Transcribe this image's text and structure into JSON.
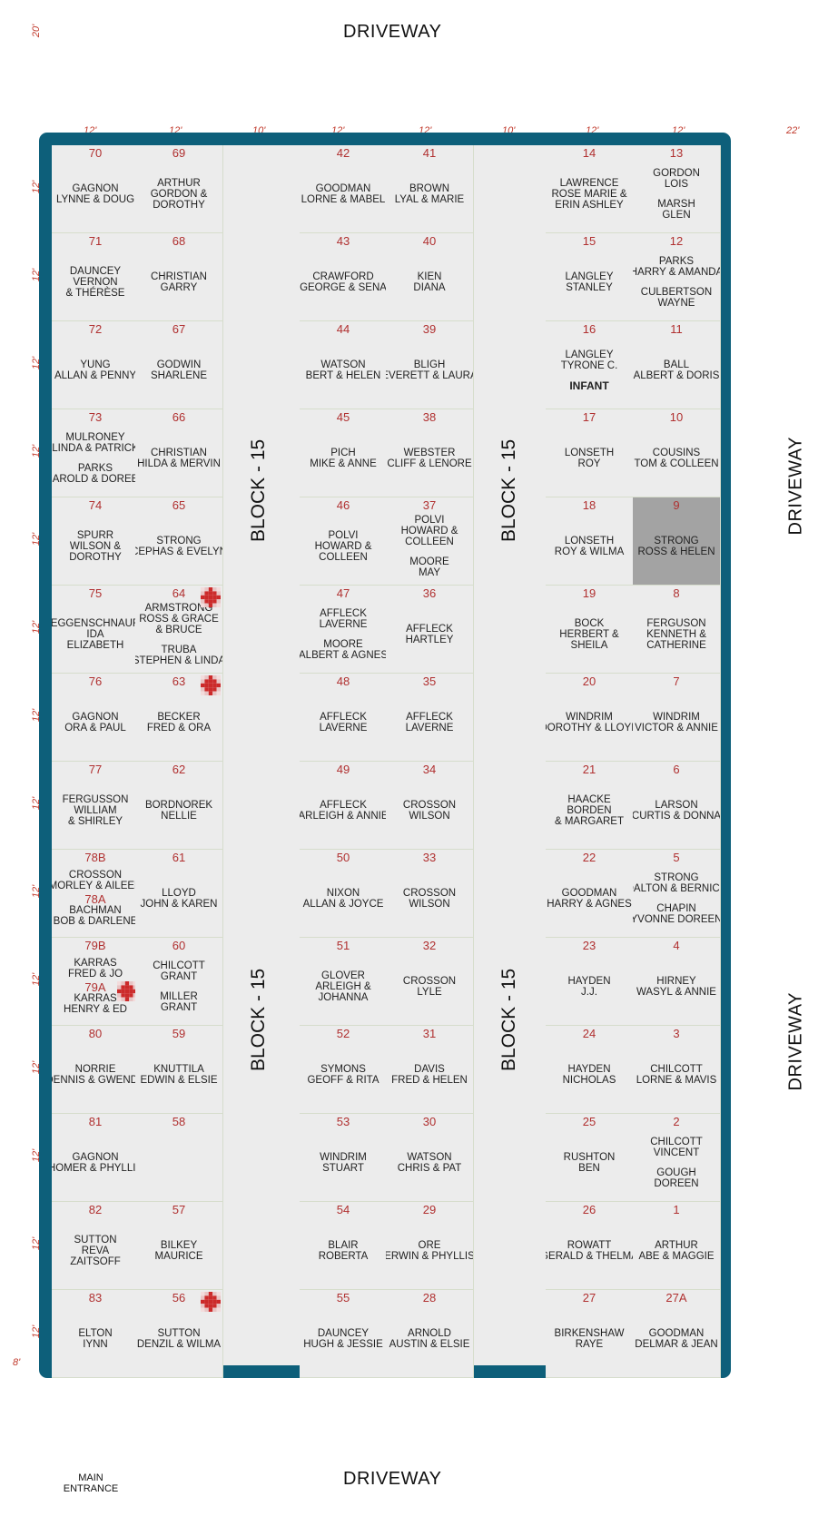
{
  "driveway_label": "DRIVEWAY",
  "entrance_label": [
    "MAIN",
    "ENTRANCE"
  ],
  "block_label": "BLOCK - 15",
  "dims": {
    "left_top": "20'",
    "columns": [
      "12'",
      "12'",
      "10'",
      "12'",
      "12'",
      "10'",
      "12'",
      "12'",
      "22'"
    ],
    "row": "12'",
    "bottom": "8'"
  },
  "colors": {
    "border": "#0d5f7a",
    "plot_number": "#b03030",
    "dimension": "#c0392b",
    "shaded_plot": "#a3a3a3",
    "marker": "#cc2a2a"
  },
  "rows": [
    [
      {
        "num": "70",
        "groups": [
          [
            "GAGNON",
            "LYNNE  &  DOUG"
          ]
        ]
      },
      {
        "num": "69",
        "groups": [
          [
            "ARTHUR",
            "GORDON &",
            "DOROTHY"
          ]
        ]
      },
      {
        "num": "42",
        "groups": [
          [
            "GOODMAN",
            "LORNE & MABEL"
          ]
        ]
      },
      {
        "num": "41",
        "groups": [
          [
            "BROWN",
            "LYAL & MARIE"
          ]
        ]
      },
      {
        "num": "14",
        "groups": [
          [
            "LAWRENCE",
            "ROSE MARIE &",
            "ERIN ASHLEY"
          ]
        ]
      },
      {
        "num": "13",
        "groups": [
          [
            "GORDON",
            "LOIS"
          ],
          [
            "MARSH",
            "GLEN"
          ]
        ]
      }
    ],
    [
      {
        "num": "71",
        "groups": [
          [
            "DAUNCEY",
            "VERNON",
            "& THÉRÈSE"
          ]
        ]
      },
      {
        "num": "68",
        "groups": [
          [
            "CHRISTIAN",
            "GARRY"
          ]
        ]
      },
      {
        "num": "43",
        "groups": [
          [
            "CRAWFORD",
            "GEORGE & SENA"
          ]
        ]
      },
      {
        "num": "40",
        "groups": [
          [
            "KIEN",
            "DIANA"
          ]
        ]
      },
      {
        "num": "15",
        "groups": [
          [
            "LANGLEY",
            "STANLEY"
          ]
        ]
      },
      {
        "num": "12",
        "groups": [
          [
            "PARKS",
            "HARRY & AMANDA"
          ],
          [
            "CULBERTSON",
            "WAYNE"
          ]
        ]
      }
    ],
    [
      {
        "num": "72",
        "groups": [
          [
            "YUNG",
            "ALLAN & PENNY"
          ]
        ]
      },
      {
        "num": "67",
        "groups": [
          [
            "GODWIN",
            "SHARLENE"
          ]
        ]
      },
      {
        "num": "44",
        "groups": [
          [
            "WATSON",
            "BERT & HELEN"
          ]
        ]
      },
      {
        "num": "39",
        "groups": [
          [
            "BLIGH",
            "EVERETT & LAURA"
          ]
        ]
      },
      {
        "num": "16",
        "groups": [
          [
            "LANGLEY",
            "TYRONE C."
          ]
        ],
        "extra": "INFANT"
      },
      {
        "num": "11",
        "groups": [
          [
            "BALL",
            "ALBERT & DORIS"
          ]
        ]
      }
    ],
    [
      {
        "num": "73",
        "groups": [
          [
            "MULRONEY",
            "LINDA & PATRICK"
          ],
          [
            "PARKS",
            "HAROLD & DOREEN"
          ]
        ]
      },
      {
        "num": "66",
        "groups": [
          [
            "CHRISTIAN",
            "HILDA & MERVIN"
          ]
        ]
      },
      {
        "num": "45",
        "groups": [
          [
            "PICH",
            "MIKE & ANNE"
          ]
        ]
      },
      {
        "num": "38",
        "groups": [
          [
            "WEBSTER",
            "CLIFF & LENORE"
          ]
        ]
      },
      {
        "num": "17",
        "groups": [
          [
            "LONSETH",
            "ROY"
          ]
        ]
      },
      {
        "num": "10",
        "groups": [
          [
            "COUSINS",
            "TOM & COLLEEN"
          ]
        ]
      }
    ],
    [
      {
        "num": "74",
        "groups": [
          [
            "SPURR",
            "WILSON &",
            "DOROTHY"
          ]
        ]
      },
      {
        "num": "65",
        "groups": [
          [
            "STRONG",
            "CEPHAS & EVELYN"
          ]
        ]
      },
      {
        "num": "46",
        "groups": [
          [
            "POLVI",
            "HOWARD &",
            "COLLEEN"
          ]
        ]
      },
      {
        "num": "37",
        "groups": [
          [
            "POLVI",
            "HOWARD &",
            "COLLEEN"
          ],
          [
            "MOORE",
            "MAY"
          ]
        ]
      },
      {
        "num": "18",
        "groups": [
          [
            "LONSETH",
            "ROY & WILMA"
          ]
        ]
      },
      {
        "num": "9",
        "groups": [
          [
            "STRONG",
            "ROSS & HELEN"
          ]
        ],
        "shaded": true
      }
    ],
    [
      {
        "num": "75",
        "groups": [
          [
            "EGGENSCHNAUR",
            "IDA",
            "ELIZABETH"
          ]
        ]
      },
      {
        "num": "64",
        "groups": [
          [
            "ARMSTRONG",
            "ROSS & GRACE",
            "& BRUCE"
          ],
          [
            "TRUBA",
            "STEPHEN & LINDA"
          ]
        ],
        "flag": true
      },
      {
        "num": "47",
        "groups": [
          [
            "AFFLECK",
            "LAVERNE"
          ],
          [
            "MOORE",
            "ALBERT & AGNES"
          ]
        ]
      },
      {
        "num": "36",
        "groups": [
          [
            "AFFLECK",
            "HARTLEY"
          ]
        ]
      },
      {
        "num": "19",
        "groups": [
          [
            "BOCK",
            "HERBERT &",
            "SHEILA"
          ]
        ]
      },
      {
        "num": "8",
        "groups": [
          [
            "FERGUSON",
            "KENNETH &",
            "CATHERINE"
          ]
        ]
      }
    ],
    [
      {
        "num": "76",
        "groups": [
          [
            "GAGNON",
            "ORA & PAUL"
          ]
        ]
      },
      {
        "num": "63",
        "groups": [
          [
            "BECKER",
            "FRED & ORA"
          ]
        ],
        "flag": true
      },
      {
        "num": "48",
        "groups": [
          [
            "AFFLECK",
            "LAVERNE"
          ]
        ]
      },
      {
        "num": "35",
        "groups": [
          [
            "AFFLECK",
            "LAVERNE"
          ]
        ]
      },
      {
        "num": "20",
        "groups": [
          [
            "WINDRIM",
            "DOROTHY & LLOYD"
          ]
        ]
      },
      {
        "num": "7",
        "groups": [
          [
            "WINDRIM",
            "VICTOR & ANNIE"
          ]
        ]
      }
    ],
    [
      {
        "num": "77",
        "groups": [
          [
            "FERGUSSON",
            "WILLIAM",
            "& SHIRLEY"
          ]
        ]
      },
      {
        "num": "62",
        "groups": [
          [
            "BORDNOREK",
            "NELLIE"
          ]
        ]
      },
      {
        "num": "49",
        "groups": [
          [
            "AFFLECK",
            "ARLEIGH & ANNIE"
          ]
        ]
      },
      {
        "num": "34",
        "groups": [
          [
            "CROSSON",
            "WILSON"
          ]
        ]
      },
      {
        "num": "21",
        "groups": [
          [
            "HAACKE",
            "BORDEN",
            "& MARGARET"
          ]
        ]
      },
      {
        "num": "6",
        "groups": [
          [
            "LARSON",
            "CURTIS & DONNA"
          ]
        ]
      }
    ],
    [
      {
        "num": "78B",
        "groups": [
          [
            "CROSSON",
            "MORLEY & AILEEN"
          ]
        ],
        "sub": {
          "num": "78A",
          "lines": [
            "BACHMAN",
            "BOB & DARLENE"
          ]
        }
      },
      {
        "num": "61",
        "groups": [
          [
            "LLOYD",
            "JOHN & KAREN"
          ]
        ]
      },
      {
        "num": "50",
        "groups": [
          [
            "NIXON",
            "ALLAN & JOYCE"
          ]
        ]
      },
      {
        "num": "33",
        "groups": [
          [
            "CROSSON",
            "WILSON"
          ]
        ]
      },
      {
        "num": "22",
        "groups": [
          [
            "GOODMAN",
            "HARRY & AGNES"
          ]
        ]
      },
      {
        "num": "5",
        "groups": [
          [
            "STRONG",
            "DALTON & BERNICE"
          ],
          [
            "CHAPIN",
            "YVONNE DOREEN"
          ]
        ]
      }
    ],
    [
      {
        "num": "79B",
        "groups": [
          [
            "KARRAS",
            "FRED & JO"
          ]
        ],
        "sub": {
          "num": "79A",
          "lines": [
            "KARRAS",
            "HENRY & ED"
          ]
        },
        "flag": true
      },
      {
        "num": "60",
        "groups": [
          [
            "CHILCOTT",
            "GRANT"
          ],
          [
            "MILLER",
            "GRANT"
          ]
        ]
      },
      {
        "num": "51",
        "groups": [
          [
            "GLOVER",
            "ARLEIGH &",
            "JOHANNA"
          ]
        ]
      },
      {
        "num": "32",
        "groups": [
          [
            "CROSSON",
            "LYLE"
          ]
        ]
      },
      {
        "num": "23",
        "groups": [
          [
            "HAYDEN",
            "J.J."
          ]
        ]
      },
      {
        "num": "4",
        "groups": [
          [
            "HIRNEY",
            "WASYL & ANNIE"
          ]
        ]
      }
    ],
    [
      {
        "num": "80",
        "groups": [
          [
            "NORRIE",
            "DENNIS & GWENDA"
          ]
        ]
      },
      {
        "num": "59",
        "groups": [
          [
            "KNUTTILA",
            "EDWIN & ELSIE"
          ]
        ]
      },
      {
        "num": "52",
        "groups": [
          [
            "SYMONS",
            "GEOFF & RITA"
          ]
        ]
      },
      {
        "num": "31",
        "groups": [
          [
            "DAVIS",
            "FRED & HELEN"
          ]
        ]
      },
      {
        "num": "24",
        "groups": [
          [
            "HAYDEN",
            "NICHOLAS"
          ]
        ]
      },
      {
        "num": "3",
        "groups": [
          [
            "CHILCOTT",
            "LORNE & MAVIS"
          ]
        ]
      }
    ],
    [
      {
        "num": "81",
        "groups": [
          [
            "GAGNON",
            "HOMER & PHYLLIS"
          ]
        ]
      },
      {
        "num": "58",
        "groups": []
      },
      {
        "num": "53",
        "groups": [
          [
            "WINDRIM",
            "STUART"
          ]
        ]
      },
      {
        "num": "30",
        "groups": [
          [
            "WATSON",
            "CHRIS & PAT"
          ]
        ]
      },
      {
        "num": "25",
        "groups": [
          [
            "RUSHTON",
            "BEN"
          ]
        ]
      },
      {
        "num": "2",
        "groups": [
          [
            "CHILCOTT",
            "VINCENT"
          ],
          [
            "GOUGH",
            "DOREEN"
          ]
        ]
      }
    ],
    [
      {
        "num": "82",
        "groups": [
          [
            "SUTTON",
            "REVA",
            "ZAITSOFF"
          ]
        ]
      },
      {
        "num": "57",
        "groups": [
          [
            "BILKEY",
            "MAURICE"
          ]
        ]
      },
      {
        "num": "54",
        "groups": [
          [
            "BLAIR",
            "ROBERTA"
          ]
        ]
      },
      {
        "num": "29",
        "groups": [
          [
            "ORE",
            "ERWIN & PHYLLIS"
          ]
        ]
      },
      {
        "num": "26",
        "groups": [
          [
            "ROWATT",
            "GERALD & THELMA"
          ]
        ]
      },
      {
        "num": "1",
        "groups": [
          [
            "ARTHUR",
            "ABE & MAGGIE"
          ]
        ]
      }
    ],
    [
      {
        "num": "83",
        "groups": [
          [
            "ELTON",
            "IYNN"
          ]
        ]
      },
      {
        "num": "56",
        "groups": [
          [
            "SUTTON",
            "DENZIL & WILMA"
          ]
        ],
        "flag": true
      },
      {
        "num": "55",
        "groups": [
          [
            "DAUNCEY",
            "HUGH & JESSIE"
          ]
        ]
      },
      {
        "num": "28",
        "groups": [
          [
            "ARNOLD",
            "AUSTIN & ELSIE"
          ]
        ]
      },
      {
        "num": "27",
        "groups": [
          [
            "BIRKENSHAW",
            "RAYE"
          ]
        ]
      },
      {
        "num": "27A",
        "groups": [
          [
            "GOODMAN",
            "DELMAR & JEAN"
          ]
        ]
      }
    ]
  ]
}
